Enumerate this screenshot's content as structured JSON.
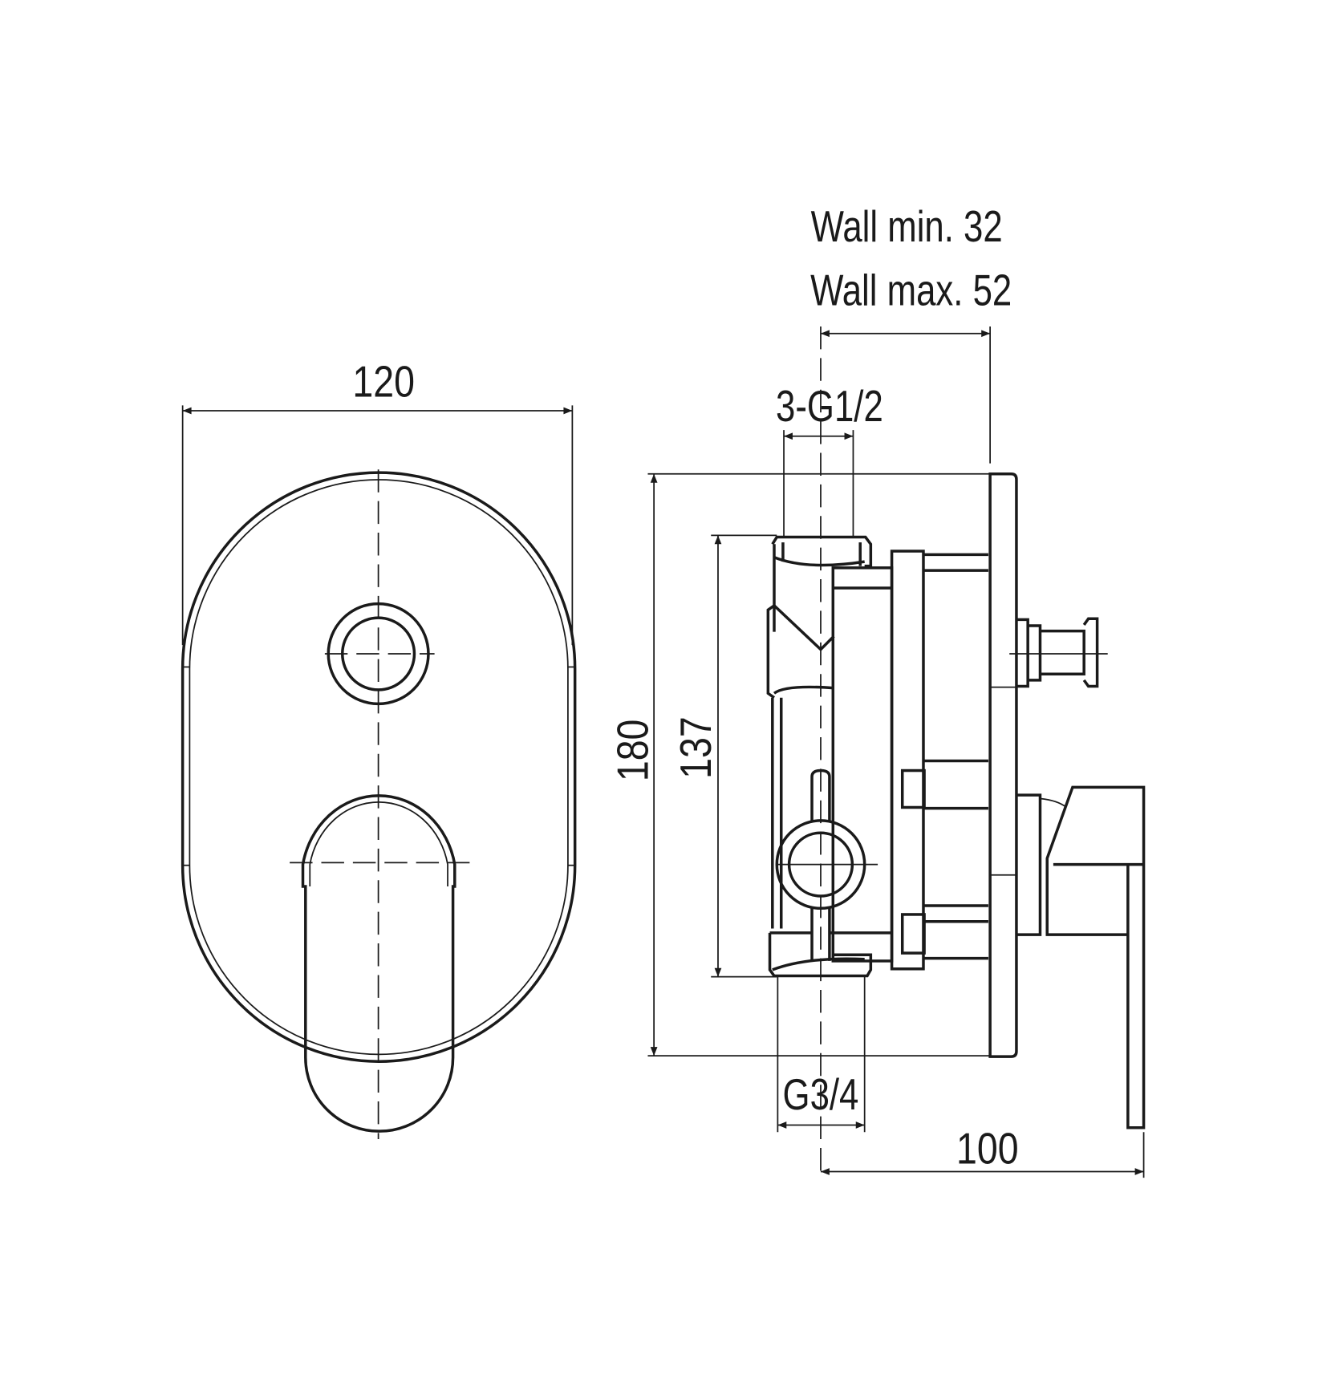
{
  "drawing": {
    "front_view": {
      "width_label": "120"
    },
    "side_view": {
      "wall_min_label": "Wall min. 32",
      "wall_max_label": "Wall max. 52",
      "inlet_thread_label": "3-G1/2",
      "outlet_thread_label": "G3/4",
      "total_height_label": "180",
      "body_height_label": "137",
      "depth_label": "100"
    },
    "line_color": "#1a1a1a"
  }
}
